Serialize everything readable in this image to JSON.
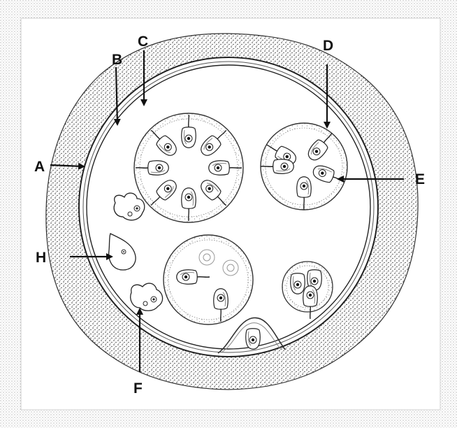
{
  "labels": {
    "a": "A",
    "b": "B",
    "c": "C",
    "d": "D",
    "e": "E",
    "f": "F",
    "h": "H"
  },
  "colors": {
    "ink": "#1a1a1a",
    "stipple": "#3a3a3a",
    "paper": "#ffffff",
    "frame_shadow": "#cfcfcf"
  }
}
